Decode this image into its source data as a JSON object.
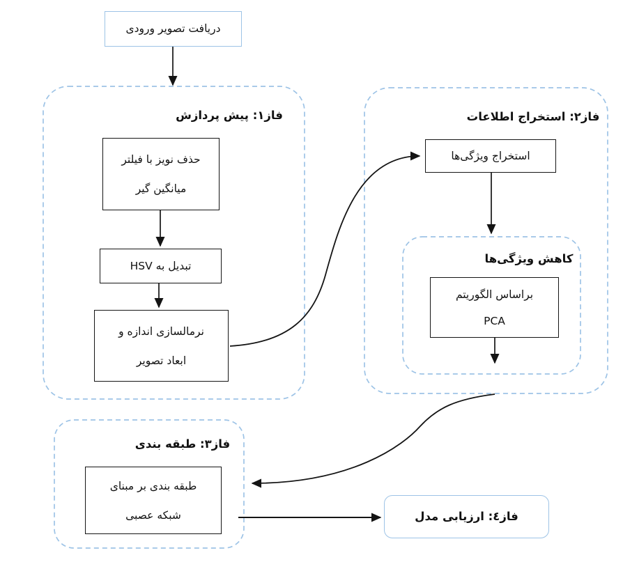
{
  "colors": {
    "accent_blue": "#9DC3E6",
    "line_black": "#141414",
    "text": "#111111"
  },
  "nodes": {
    "input": {
      "label": "دریافت تصویر ورودی"
    },
    "phase1": {
      "title": "فاز١: پیش پردازش",
      "noise_line1": "حذف نویز با فیلتر",
      "noise_line2": "میانگین گیر",
      "hsv": "تبدیل به HSV",
      "normalize_line1": "نرمالسازی اندازه و",
      "normalize_line2": "ابعاد تصویر"
    },
    "phase2": {
      "title": "فاز٢: استخراج اطلاعات",
      "feature_extraction": "استخراج ویژگی‌ها",
      "reduction_title": "کاهش ویژگی‌ها",
      "pca_line1": "براساس الگوریتم",
      "pca_line2": "PCA"
    },
    "phase3": {
      "title": "فاز٣: طبقه بندی",
      "classify_line1": "طبقه بندی بر مبنای",
      "classify_line2": "شبکه عصبی"
    },
    "phase4": {
      "title": "فاز٤: ارزیابی مدل"
    }
  }
}
